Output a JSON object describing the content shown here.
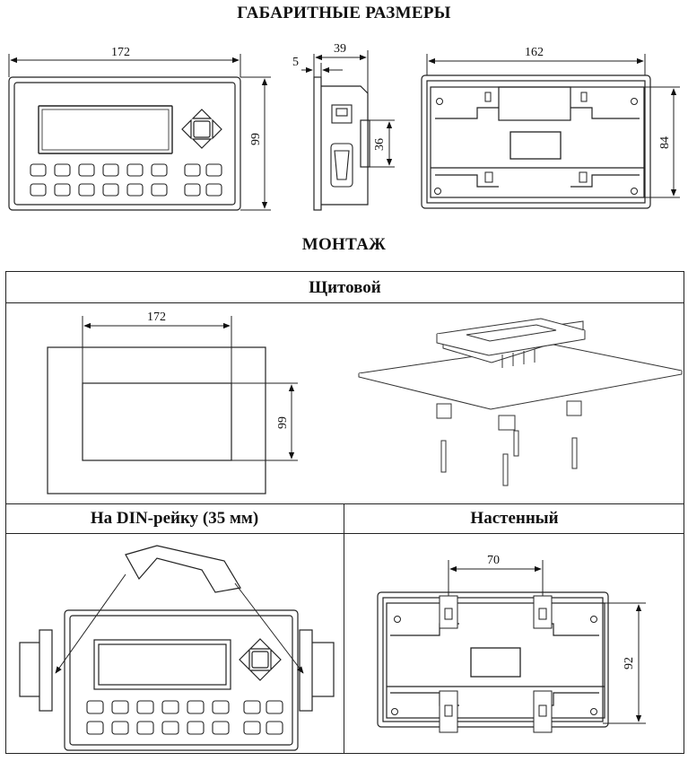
{
  "headings": {
    "overall": "ГАБАРИТНЫЕ РАЗМЕРЫ",
    "mounting": "МОНТАЖ"
  },
  "mounting_sections": {
    "panel": "Щитовой",
    "din": "На DIN-рейку (35 мм)",
    "wall": "Настенный"
  },
  "dimensions": {
    "front_width": "172",
    "front_height": "99",
    "side_depth": "39",
    "side_bezel": "5",
    "side_connector": "36",
    "back_width": "162",
    "back_height": "84",
    "cutout_width": "172",
    "cutout_height": "99",
    "wall_hole_spacing": "70",
    "wall_height": "92"
  },
  "icons": [
    "arrow-pad-icon",
    "db9-connector-icon",
    "din-clip-icon",
    "screw-icon"
  ]
}
